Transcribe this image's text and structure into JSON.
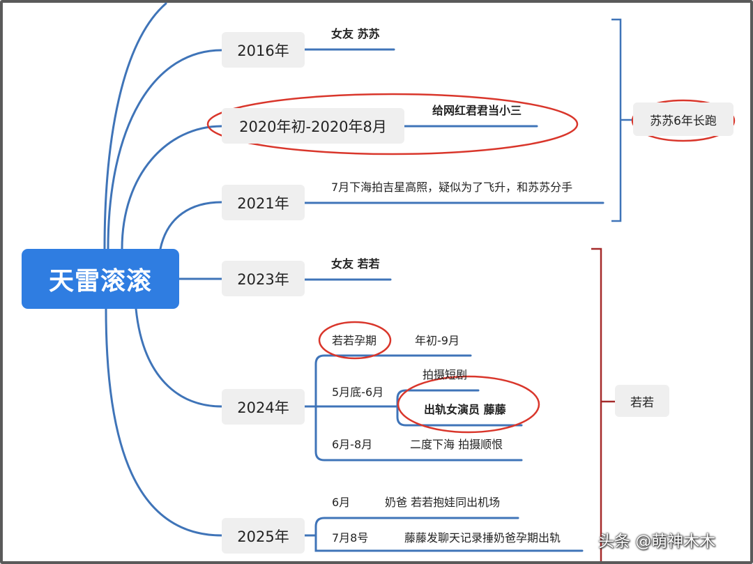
{
  "root": {
    "label": "天雷滚滚"
  },
  "years": [
    {
      "label": "2016年"
    },
    {
      "label": "2020年初-2020年8月"
    },
    {
      "label": "2021年"
    },
    {
      "label": "2023年"
    },
    {
      "label": "2024年"
    },
    {
      "label": "2025年"
    }
  ],
  "events": {
    "y2016": "女友 苏苏",
    "y2020": "给网红君君当小三",
    "y2021": "7月下海拍吉星高照，疑似为了飞升，和苏苏分手",
    "y2023": "女友 若若",
    "y2024_pregnancy": "若若孕期",
    "y2024_early": "年初-9月",
    "y2024_late_may": "5月底-6月",
    "y2024_shooting": "拍摄短剧",
    "y2024_cheat": "出轨女演员 藤藤",
    "y2024_june_aug": "6月-8月",
    "y2024_second": "二度下海 拍摄顺恨",
    "y2025_june": "6月",
    "y2025_june_event": "奶爸 若若抱娃同出机场",
    "y2025_jul8": "7月8号",
    "y2025_jul8_event": "藤藤发聊天记录捶奶爸孕期出轨"
  },
  "groups": {
    "susu": "苏苏6年长跑",
    "ruoruo": "若若"
  },
  "watermark": "头条 @萌神木木",
  "colors": {
    "branch": "#3f74b8",
    "root": "#2f7de1",
    "node_bg": "#efefef",
    "circle": "#d9362b",
    "bracket_ruoruo": "#a52a2a"
  }
}
